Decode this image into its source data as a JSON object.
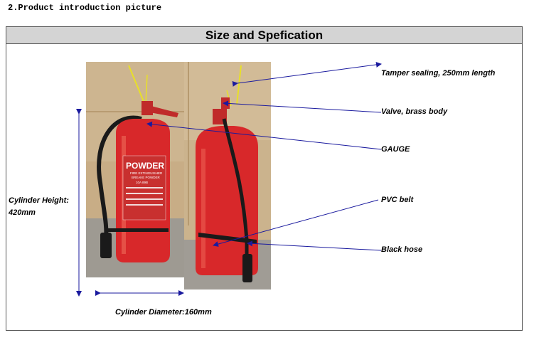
{
  "section_heading": "2.Product introduction picture",
  "title": "Size and Spefication",
  "labels": {
    "tamper": "Tamper sealing, 250mm length",
    "valve": "Valve, brass body",
    "gauge": "GAUGE",
    "pvc_belt": "PVC belt",
    "black_hose": "Black hose",
    "height_line1": "Cylinder Height:",
    "height_line2": "420mm",
    "diameter": "Cylinder Diameter:160mm"
  },
  "extinguisher_label": {
    "brand": "POWDER",
    "sub1": "FIRE EXTINGUISHER",
    "sub2": "BREAKE POWDER",
    "rating": "10A 89B"
  },
  "colors": {
    "arrow": "#1a1a9e",
    "cylinder_red": "#d8282a",
    "hose_black": "#1a1a1a",
    "title_bg": "#d4d4d4"
  }
}
